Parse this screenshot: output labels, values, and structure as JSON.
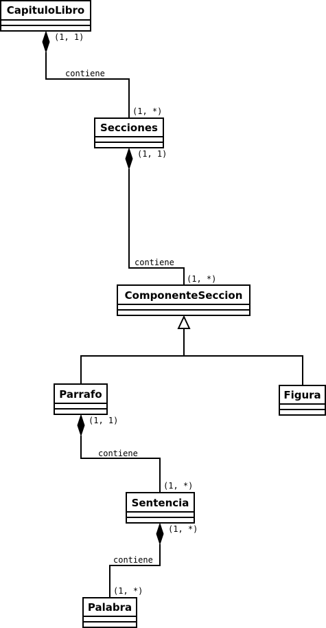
{
  "classes": {
    "capitulo_libro": "CapituloLibro",
    "secciones": "Secciones",
    "componente_seccion": "ComponenteSeccion",
    "parrafo": "Parrafo",
    "figura": "Figura",
    "sentencia": "Sentencia",
    "palabra": "Palabra"
  },
  "relations": {
    "capitulo_secciones": {
      "label": "contiene",
      "whole_mult": "(1, 1)",
      "part_mult": "(1, *)"
    },
    "secciones_componente": {
      "label": "contiene",
      "whole_mult": "(1, 1)",
      "part_mult": "(1, *)"
    },
    "parrafo_sentencia": {
      "label": "contiene",
      "whole_mult": "(1, 1)",
      "part_mult": "(1, *)"
    },
    "sentencia_palabra": {
      "label": "contiene",
      "whole_mult": "(1, *)",
      "part_mult": "(1, *)"
    }
  },
  "colors": {
    "stroke": "#000000",
    "background": "#ffffff"
  }
}
